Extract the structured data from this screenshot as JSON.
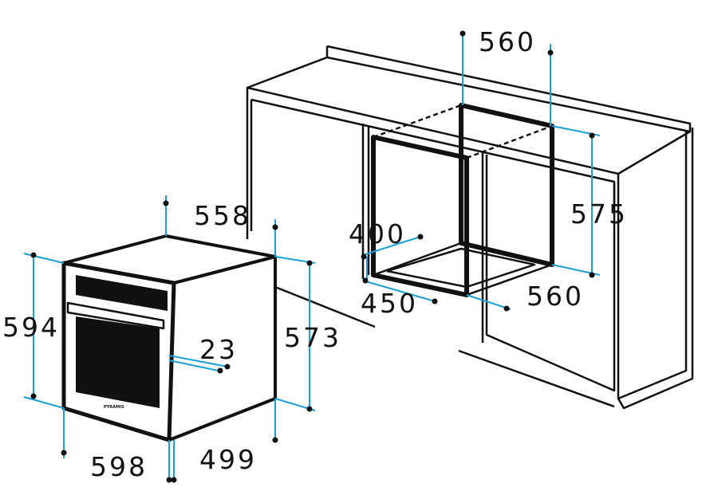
{
  "brand_logo": "PYRAMIS",
  "colors": {
    "dimension_line": "#1a9fd8",
    "outline": "#111111"
  },
  "niche_dimensions": {
    "width_top": "560",
    "height": "575",
    "depth_side": "560",
    "bottom_depth": "450",
    "vent_opening": "400"
  },
  "oven_dimensions": {
    "depth_top": "558",
    "side_height": "573",
    "front_height": "594",
    "door_offset": "23",
    "front_width": "598",
    "body_depth": "499"
  }
}
